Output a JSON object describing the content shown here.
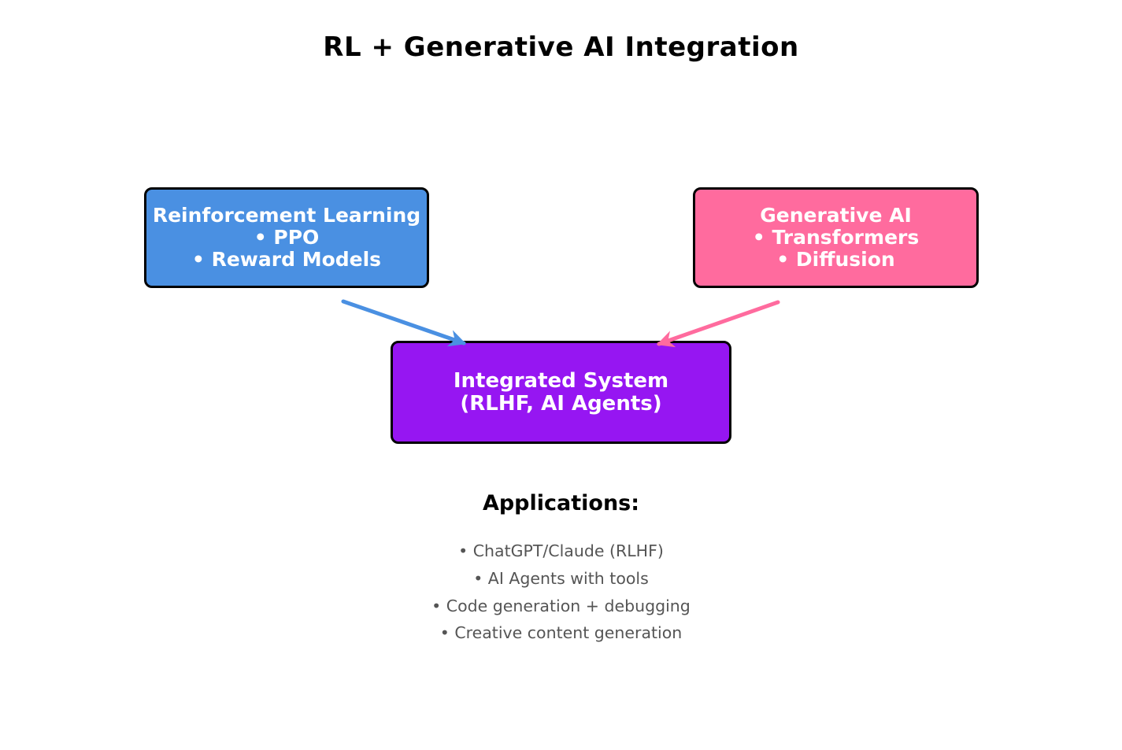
{
  "title": "RL + Generative AI Integration",
  "colors": {
    "rl_box": "#4a90e2",
    "generative_box": "#ff6b9e",
    "integrated_box": "#9616f2",
    "box_border": "#000000",
    "body_text": "#555555",
    "rl_arrow": "#4a90e2",
    "generative_arrow": "#ff6b9e"
  },
  "boxes": {
    "rl": {
      "lines": [
        "Reinforcement Learning",
        "• PPO",
        "• Reward Models"
      ]
    },
    "generative": {
      "lines": [
        "Generative AI",
        "• Transformers",
        "• Diffusion"
      ]
    },
    "integrated": {
      "lines": [
        "Integrated System",
        "(RLHF, AI Agents)"
      ]
    }
  },
  "arrows": [
    {
      "from": "rl",
      "to": "integrated"
    },
    {
      "from": "generative",
      "to": "integrated"
    }
  ],
  "applications": {
    "heading": "Applications:",
    "items": [
      "• ChatGPT/Claude (RLHF)",
      "• AI Agents with tools",
      "• Code generation + debugging",
      "• Creative content generation"
    ]
  }
}
